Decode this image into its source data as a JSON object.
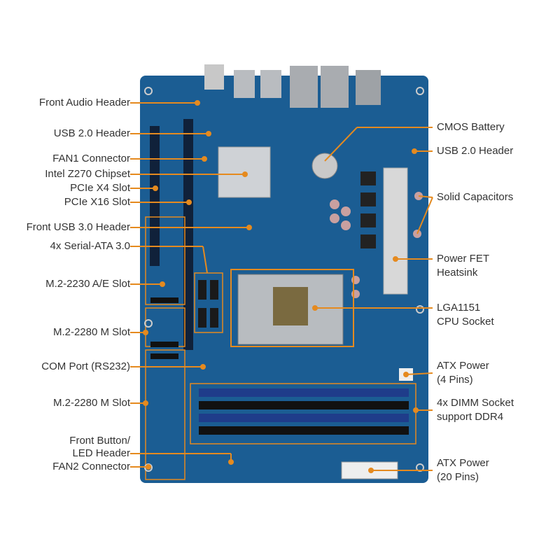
{
  "colors": {
    "board": "#1b5d93",
    "leader": "#e58a1f",
    "slot": "#10213a",
    "heatsink": "#d8d8d8"
  },
  "left_labels": [
    {
      "text": "Front Audio Header"
    },
    {
      "text": "USB 2.0 Header"
    },
    {
      "text": "FAN1 Connector"
    },
    {
      "text": "Intel Z270 Chipset"
    },
    {
      "text": "PCIe X4 Slot"
    },
    {
      "text": "PCIe X16 Slot"
    },
    {
      "text": "Front USB 3.0 Header"
    },
    {
      "text": "4x Serial-ATA 3.0"
    },
    {
      "text": "M.2-2230 A/E Slot"
    },
    {
      "text": "M.2-2280 M Slot"
    },
    {
      "text": "COM Port (RS232)"
    },
    {
      "text": "M.2-2280 M Slot"
    },
    {
      "text": "Front Button/"
    },
    {
      "text": "LED Header"
    },
    {
      "text": "FAN2 Connector"
    }
  ],
  "right_labels": [
    {
      "line1": "CMOS Battery"
    },
    {
      "line1": "USB 2.0 Header"
    },
    {
      "line1": "Solid Capacitors"
    },
    {
      "line1": "Power FET",
      "line2": "Heatsink"
    },
    {
      "line1": "LGA1151",
      "line2": "CPU Socket"
    },
    {
      "line1": "ATX Power",
      "line2": "(4 Pins)"
    },
    {
      "line1": "4x DIMM Socket",
      "line2": "support DDR4"
    },
    {
      "line1": "ATX Power",
      "line2": "(20 Pins)"
    }
  ]
}
